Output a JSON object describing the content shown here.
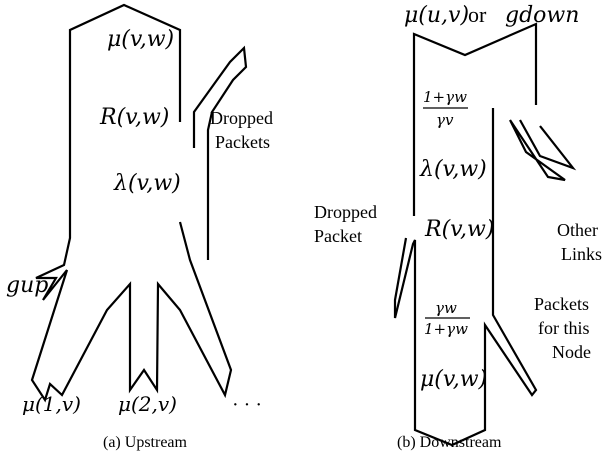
{
  "upstream": {
    "mu_top": "μ(v,w)",
    "R": "R(v,w)",
    "lambda": "λ(v,w)",
    "dropped_line1": "Dropped",
    "dropped_line2": "Packets",
    "g_up": "gup",
    "mu_1": "μ(1,v)",
    "mu_2": "μ(2,v)",
    "ellipsis": "· · ·",
    "caption": "(a) Upstream"
  },
  "downstream": {
    "title_mu": "μ(u,v)",
    "title_or": " or ",
    "title_g": "gdown",
    "frac1_num": "1+γw",
    "frac1_den": "γv",
    "lambda": "λ(v,w)",
    "R": "R(v,w)",
    "frac2_num": "γw",
    "frac2_den": "1+γw",
    "mu_bottom": "μ(v,w)",
    "dropped_line1": "Dropped",
    "dropped_line2": "Packet",
    "other_line1": "Other",
    "other_line2": "Links",
    "packets_line1": "Packets",
    "packets_line2": "for this",
    "packets_line3": "Node",
    "caption": "(b) Downstream"
  }
}
